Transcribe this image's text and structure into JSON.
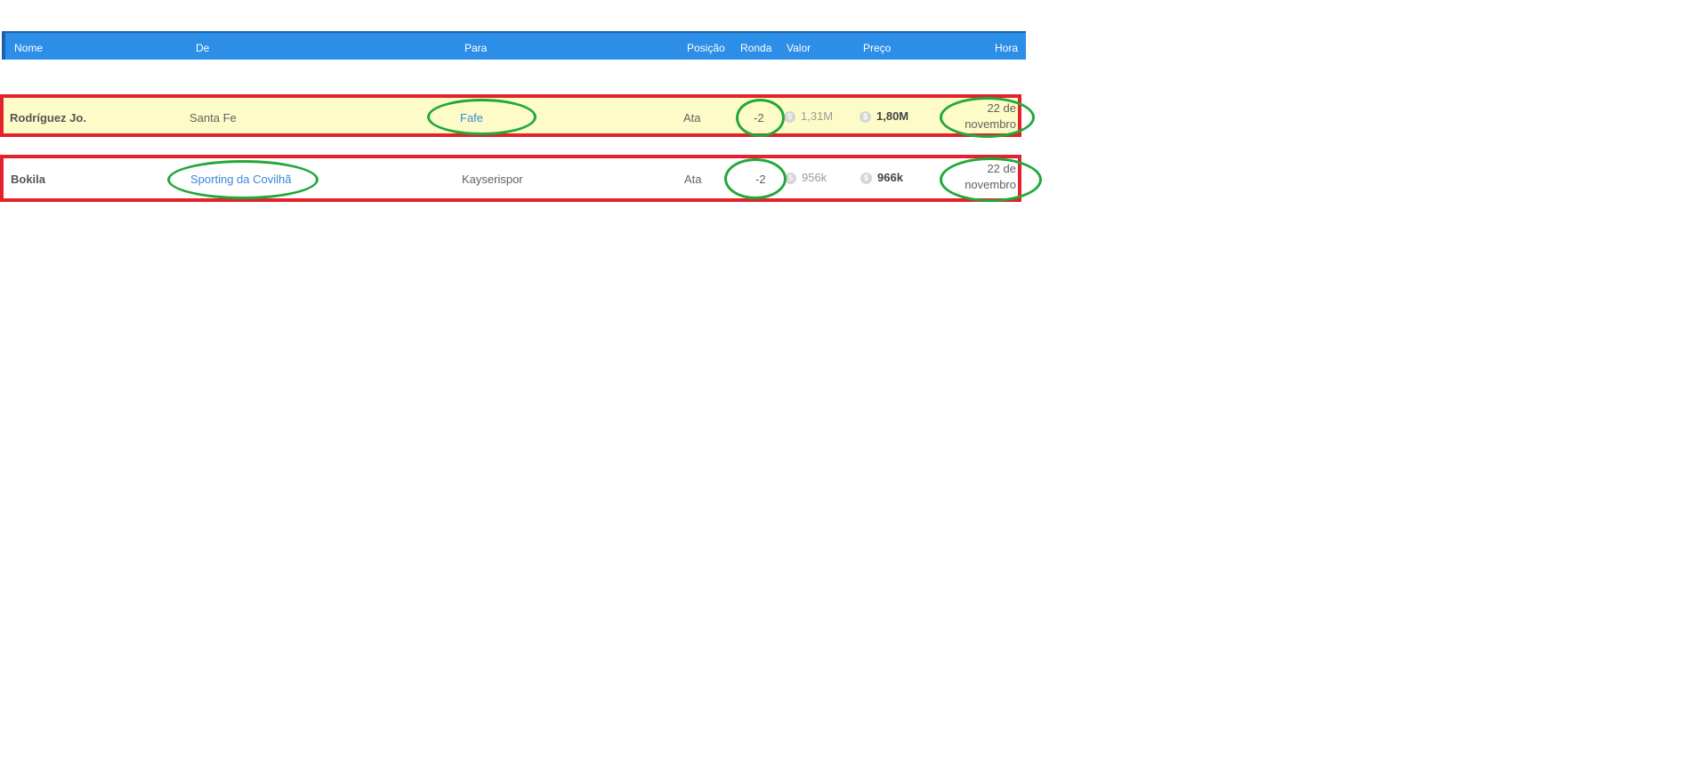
{
  "table": {
    "headers": {
      "nome": "Nome",
      "de": "De",
      "para": "Para",
      "posicao": "Posição",
      "ronda": "Ronda",
      "valor": "Valor",
      "preco": "Preço",
      "hora": "Hora"
    },
    "rows": [
      {
        "nome": "Rodríguez Jo.",
        "de": "Santa Fe",
        "para": "Fafe",
        "posicao": "Ata",
        "ronda": "-2",
        "valor": "1,31M",
        "preco": "1,80M",
        "hora_line1": "22 de",
        "hora_line2": "novembro"
      },
      {
        "nome": "Bokila",
        "de": "Sporting da Covilhã",
        "para": "Kayserispor",
        "posicao": "Ata",
        "ronda": "-2",
        "valor": "956k",
        "preco": "966k",
        "hora_line1": "22 de",
        "hora_line2": "novembro"
      }
    ]
  },
  "icons": {
    "coin": "coin-icon"
  },
  "colors": {
    "header_bg": "#2d8ee8",
    "highlight_row_bg": "#fdfcc8",
    "link": "#3a87d8",
    "annotation_box": "#e3222b",
    "annotation_ellipse": "#22a83a"
  }
}
